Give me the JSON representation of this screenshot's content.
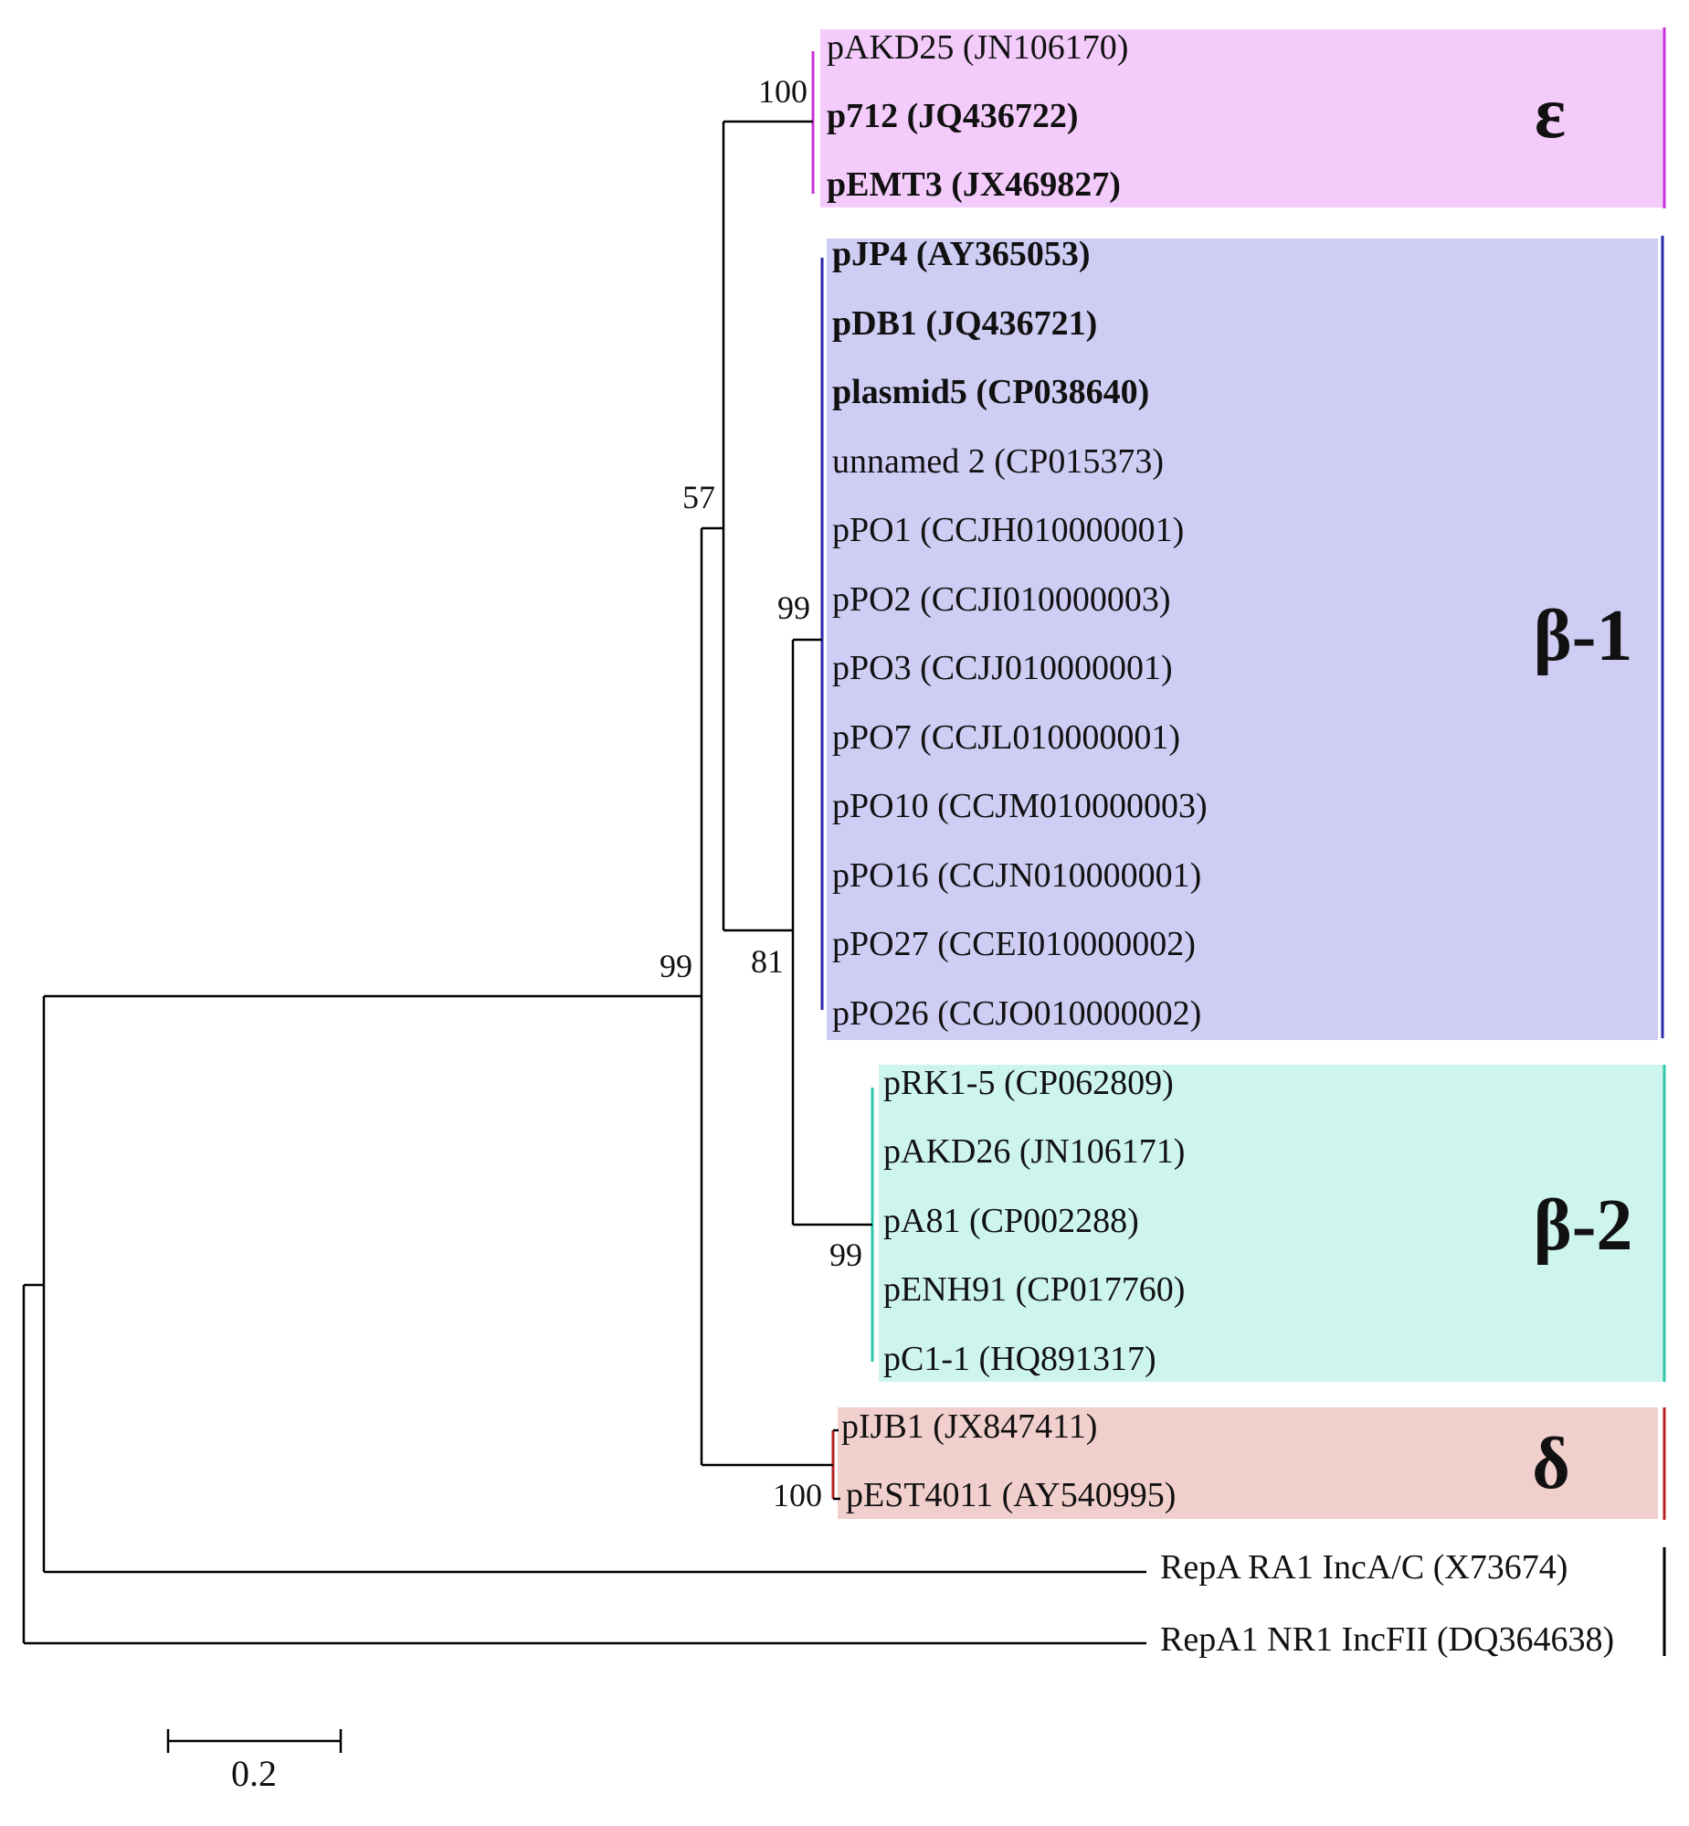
{
  "tree": {
    "leaves": [
      {
        "name": "pAKD25 (JN106170)",
        "bold": false
      },
      {
        "name": "p712 (JQ436722)",
        "bold": true
      },
      {
        "name": "pEMT3 (JX469827)",
        "bold": true
      },
      {
        "name": "pJP4 (AY365053)",
        "bold": true
      },
      {
        "name": "pDB1 (JQ436721)",
        "bold": true
      },
      {
        "name": "plasmid5 (CP038640)",
        "bold": true
      },
      {
        "name": "unnamed 2 (CP015373)",
        "bold": false
      },
      {
        "name": "pPO1 (CCJH010000001)",
        "bold": false
      },
      {
        "name": "pPO2 (CCJI010000003)",
        "bold": false
      },
      {
        "name": "pPO3 (CCJJ010000001)",
        "bold": false
      },
      {
        "name": "pPO7 (CCJL010000001)",
        "bold": false
      },
      {
        "name": "pPO10 (CCJM010000003)",
        "bold": false
      },
      {
        "name": "pPO16 (CCJN010000001)",
        "bold": false
      },
      {
        "name": "pPO27 (CCEI010000002)",
        "bold": false
      },
      {
        "name": "pPO26 (CCJO010000002)",
        "bold": false
      },
      {
        "name": "pRK1-5 (CP062809)",
        "bold": false
      },
      {
        "name": "pAKD26 (JN106171)",
        "bold": false
      },
      {
        "name": "pA81 (CP002288)",
        "bold": false
      },
      {
        "name": "pENH91 (CP017760)",
        "bold": false
      },
      {
        "name": "pC1-1 (HQ891317)",
        "bold": false
      },
      {
        "name": "pIJB1 (JX847411)",
        "bold": false
      },
      {
        "name": "pEST4011 (AY540995)",
        "bold": false
      },
      {
        "name": "RepA RA1 IncA/C (X73674)",
        "bold": false
      },
      {
        "name": "RepA1 NR1 IncFII (DQ364638)",
        "bold": false
      }
    ],
    "clades": [
      {
        "id": "epsilon",
        "label": "ε",
        "color": "#f4ccfb",
        "line_color": "#c832d8"
      },
      {
        "id": "beta1",
        "label": "β-1",
        "color": "#cfcdf4",
        "line_color": "#2a2ab0"
      },
      {
        "id": "beta2",
        "label": "β-2",
        "color": "#cdf5ee",
        "line_color": "#2ec7a8"
      },
      {
        "id": "delta",
        "label": "δ",
        "color": "#f0cfcd",
        "line_color": "#b82020"
      },
      {
        "id": "outgroup",
        "label": "",
        "color": "",
        "line_color": "#000000"
      }
    ],
    "bootstrap": [
      {
        "node": "epsilon",
        "value": "100"
      },
      {
        "node": "epsilon-beta",
        "value": "57"
      },
      {
        "node": "beta1",
        "value": "99"
      },
      {
        "node": "beta",
        "value": "81"
      },
      {
        "node": "beta2",
        "value": "99"
      },
      {
        "node": "ingroup",
        "value": "99"
      },
      {
        "node": "delta",
        "value": "100"
      }
    ],
    "scale_bar": {
      "label": "0.2"
    }
  }
}
